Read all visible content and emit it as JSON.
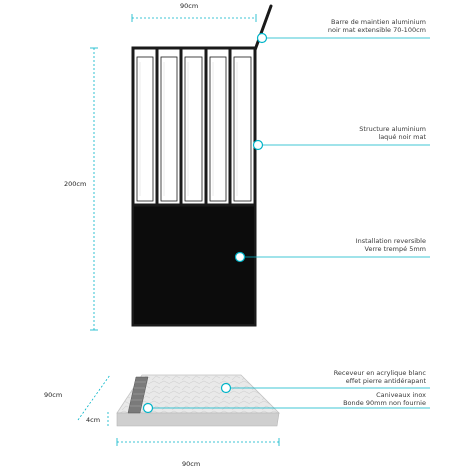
{
  "accent_color": "#00b4c8",
  "frame_color": "#1a1a1a",
  "dimensions": {
    "panel_width": "90cm",
    "panel_height": "200cm",
    "tray_depth": "90cm",
    "tray_height": "4cm",
    "tray_width": "90cm"
  },
  "callouts": [
    {
      "id": "maintenance-bar",
      "lines": [
        "Barre de maintien aluminium",
        "noir mat extensible 70-100cm"
      ]
    },
    {
      "id": "frame-structure",
      "lines": [
        "Structure aluminium",
        "laqué noir mat"
      ]
    },
    {
      "id": "reversible-install",
      "lines": [
        "Installation reversible",
        "Verre trempé 5mm"
      ]
    },
    {
      "id": "acrylic-tray",
      "lines": [
        "Receveur en acrylique blanc",
        "effet pierre antidérapant"
      ]
    },
    {
      "id": "drain-channel",
      "lines": [
        "Caniveaux inox",
        "Bonde 90mm non fournie"
      ]
    }
  ]
}
